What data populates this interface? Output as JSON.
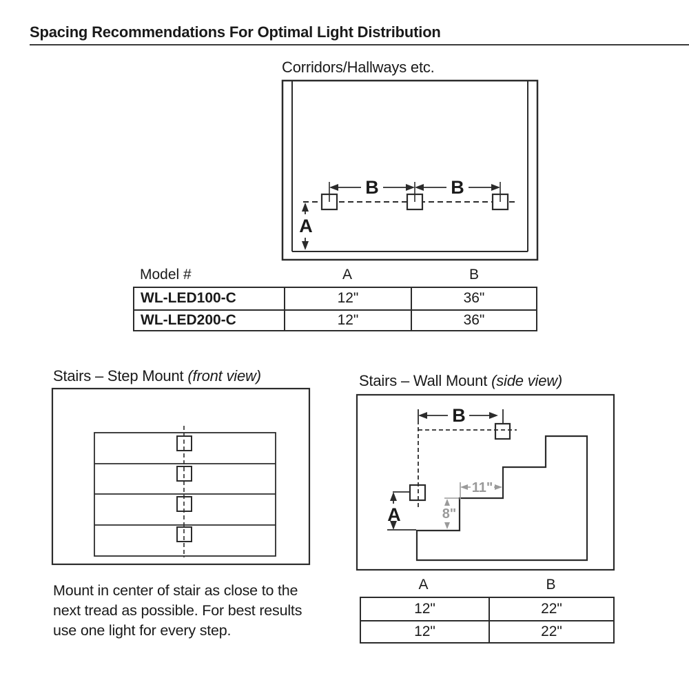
{
  "title": "Spacing Recommendations For Optimal Light Distribution",
  "corridor": {
    "heading": "Corridors/Hallways etc.",
    "dim_a": "A",
    "dim_b": "B",
    "table": {
      "col_model": "Model #",
      "col_a": "A",
      "col_b": "B",
      "rows": [
        {
          "model": "WL-LED100-C",
          "a": "12\"",
          "b": "36\""
        },
        {
          "model": "WL-LED200-C",
          "a": "12\"",
          "b": "36\""
        }
      ]
    }
  },
  "step_mount": {
    "heading": "Stairs – Step Mount",
    "view": "(front view)",
    "note": "Mount in center of stair as close to the next tread as possible. For best results use one light for every step."
  },
  "wall_mount": {
    "heading": "Stairs – Wall Mount",
    "view": "(side view)",
    "dim_a": "A",
    "dim_b": "B",
    "tread_depth": "11\"",
    "riser_height": "8\"",
    "table": {
      "col_a": "A",
      "col_b": "B",
      "rows": [
        {
          "a": "12\"",
          "b": "22\""
        },
        {
          "a": "12\"",
          "b": "22\""
        }
      ]
    }
  },
  "colors": {
    "ink": "#1a1a1a",
    "line": "#2b2b2b",
    "dim_gray": "#9a9a9a"
  }
}
